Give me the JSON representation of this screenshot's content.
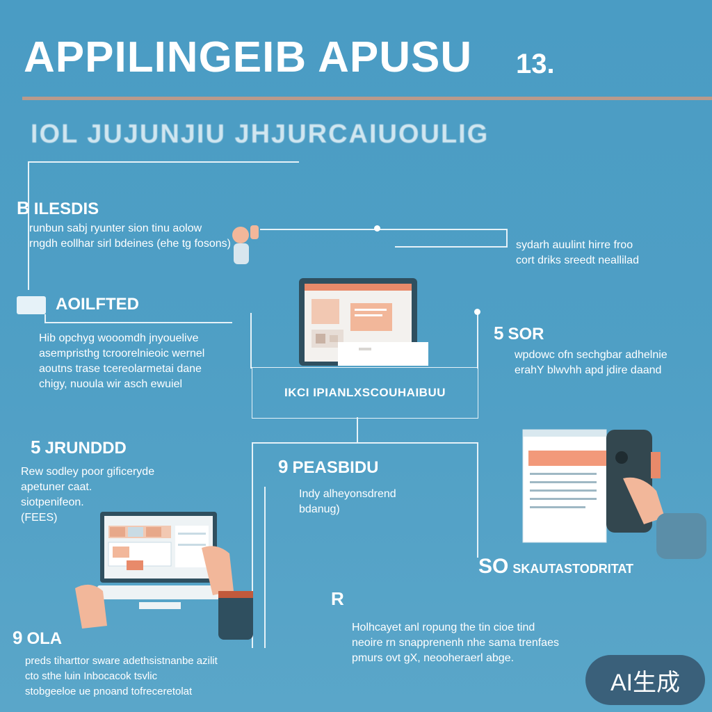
{
  "header": {
    "title": "APPILINGEIB APUSU",
    "title_suffix": "13.",
    "subtitle": "IOL JUJUNJIU JHJURCAIUOULIG"
  },
  "sections": {
    "s1": {
      "num": "B",
      "title": "ILESDIS",
      "body": "runbun sabj ryunter sion tinu aolow\nrngdh eollhar sirl bdeines (ehe tg fosons)"
    },
    "s2": {
      "num": "",
      "title": "AOILFTED",
      "body": "Hib opchyg wooomdh jnyouelive\nasempristhg tcroorelnieoic wernel\naoutns trase tcereolarmetai dane\nchigy, nuoula wir asch ewuiel"
    },
    "s3": {
      "num": "5",
      "title": "SOR",
      "body": "wpdowc ofn sechgbar adhelnie\nerahY blwvhh apd jdire daand"
    },
    "s4": {
      "num": "5",
      "title": "JRUNDDD",
      "body": "Rew sodley poor gificeryde\napetuner caat.\nsiotpenifeon.\n(FEES)"
    },
    "s5": {
      "num": "9",
      "title": "PEASBIDU",
      "body": "Indy alheyonsdrend\nbdanug)"
    },
    "s6": {
      "num": "",
      "title": "sydarh auulint hirre froo\ncort driks sreedt neallilad",
      "body": ""
    },
    "s7": {
      "num": "SO",
      "title": "SKAUTASTODRITAT",
      "body": ""
    },
    "s8": {
      "num": "R",
      "title": "",
      "body": "Holhcayet anl ropung the tin cioe tind\nneoire rn snapprenenh nhe sama trenfaes\npmurs ovt gX, neooheraerl abge."
    },
    "s9": {
      "num": "9",
      "title": "OLA",
      "body": "preds tiharttor sware adethsistnanbe azilit\ncto sthe luin Inbocacok tsvlic\nstobgeeloe ue pnoand tofreceretolat"
    }
  },
  "center": {
    "label": "IKCI IPIANLXSCOUHAIBUU"
  },
  "badge": {
    "label": "AI生成"
  },
  "colors": {
    "background": "#4f9fc5",
    "accent": "#e88a6a",
    "dark": "#2f4f5f",
    "line": "#e6f2f8"
  }
}
